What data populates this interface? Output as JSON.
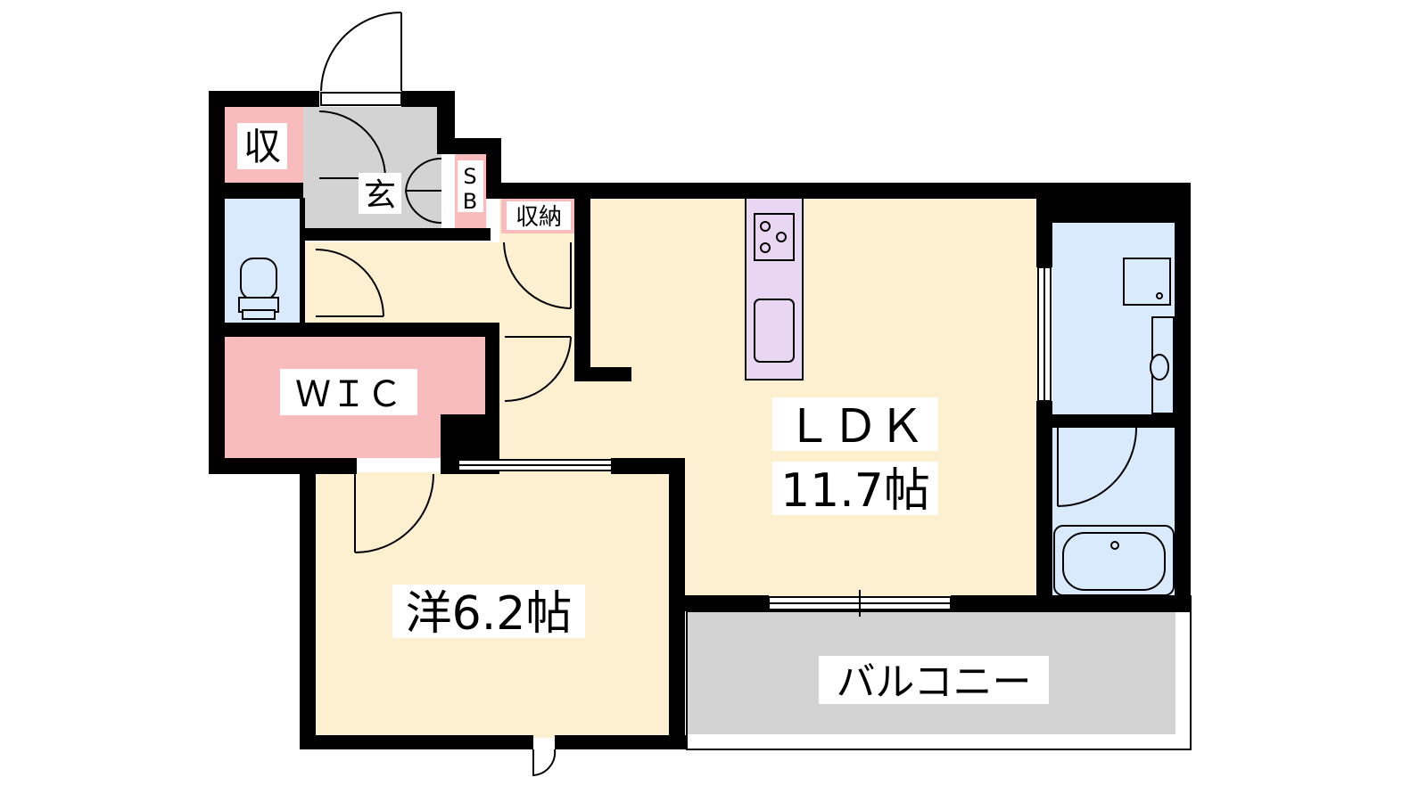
{
  "rooms": {
    "storage_small": "収",
    "entrance": "玄",
    "shoe_box_top": "S",
    "shoe_box_bottom": "B",
    "storage": "収納",
    "wic": "ＷＩＣ",
    "ldk_name": "ＬＤＫ",
    "ldk_size": "11.7帖",
    "western_room": "洋6.2帖",
    "balcony": "バルコニー"
  },
  "colors": {
    "wall": "#000000",
    "floor": "#fdf0d0",
    "storage": "#f9bcbc",
    "water": "#d8eafc",
    "entrance": "#d3d3d3",
    "balcony": "#d3d3d3",
    "kitchen": "#e9d6f2"
  }
}
